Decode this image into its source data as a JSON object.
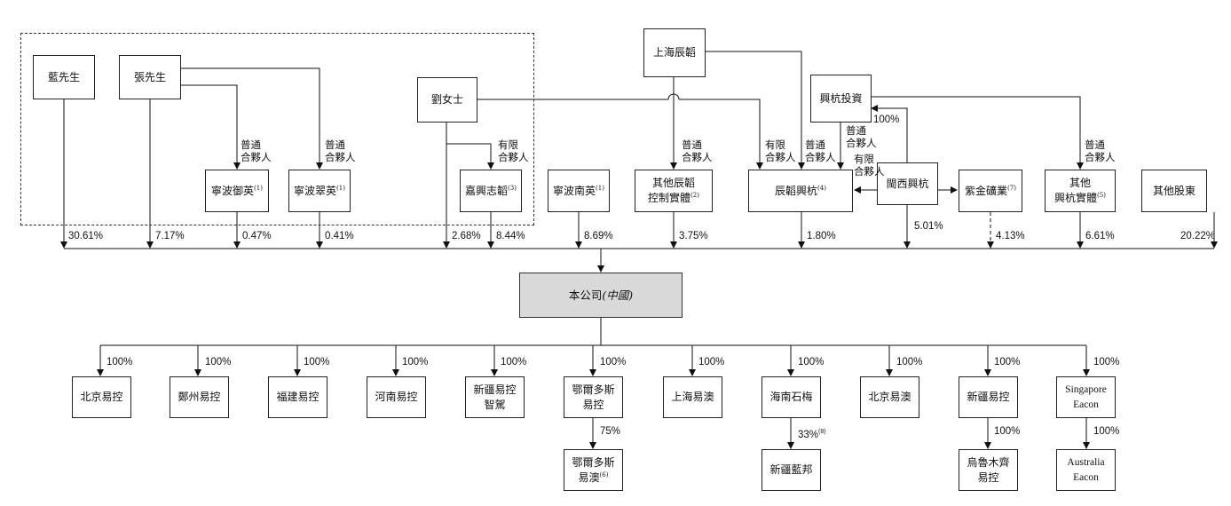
{
  "shareholders": {
    "mr_lan": "藍先生",
    "mr_zhang": "張先生",
    "ms_liu": "劉女士",
    "shanghai_chenhui": "上海辰韜",
    "xinghang_investment": "興杭投資",
    "ningbo_yuying": "寧波御英",
    "ningbo_cuiying": "寧波翠英",
    "jiaxing_zhihui": "嘉興志韜",
    "ningbo_nanying": "寧波南英",
    "other_chenhui_1": "其他辰韜",
    "other_chenhui_2": "控制實體",
    "chenhui_xinghang": "辰韜興杭",
    "kaixi_xinghang": "閩西興杭",
    "zijin_mining": "紫金礦業",
    "other_xinghang_1": "其他",
    "other_xinghang_2": "興杭實體",
    "other_shareholders": "其他股東"
  },
  "notes": {
    "n1": "(1)",
    "n2": "(2)",
    "n3": "(3)",
    "n4": "(4)",
    "n5": "(5)",
    "n6": "(6)",
    "n7": "(7)",
    "n8": "(8)"
  },
  "company": {
    "name": "本公司",
    "suffix": "(中國)"
  },
  "relation_labels": {
    "gp_1": "普通",
    "gp_2": "合夥人",
    "lp_1": "有限",
    "lp_2": "合夥人"
  },
  "holdings": {
    "mr_lan": "30.61%",
    "mr_zhang": "7.17%",
    "ningbo_yuying": "0.47%",
    "ningbo_cuiying": "0.41%",
    "ms_liu": "2.68%",
    "jiaxing_zhihui": "8.44%",
    "ningbo_nanying": "8.69%",
    "other_chenhui": "3.75%",
    "chenhui_xinghang": "1.80%",
    "kaixi_xinghang": "5.01%",
    "zijin_mining": "4.13%",
    "other_xinghang": "6.61%",
    "other_shareholders": "20.22%",
    "kaixi_to_xinghang_investment": "100%"
  },
  "subsidiaries": [
    {
      "name": "北京易控",
      "pct": "100%"
    },
    {
      "name": "鄭州易控",
      "pct": "100%"
    },
    {
      "name": "福建易控",
      "pct": "100%"
    },
    {
      "name": "河南易控",
      "pct": "100%"
    },
    {
      "name_1": "新疆易控",
      "name_2": "智駕",
      "pct": "100%"
    },
    {
      "name_1": "鄂爾多斯",
      "name_2": "易控",
      "pct": "100%"
    },
    {
      "name": "上海易澳",
      "pct": "100%"
    },
    {
      "name": "海南石梅",
      "pct": "100%"
    },
    {
      "name": "北京易澳",
      "pct": "100%"
    },
    {
      "name": "新疆易控",
      "pct": "100%"
    },
    {
      "name_1": "Singapore",
      "name_2": "Eacon",
      "pct": "100%"
    }
  ],
  "second_tier": {
    "ordos_yiao_1": "鄂爾多斯",
    "ordos_yiao_2": "易澳",
    "ordos_yiao_pct": "75%",
    "xinjiang_lanbang": "新疆藍邦",
    "xinjiang_lanbang_pct": "33%",
    "urumqi_1": "烏魯木齊",
    "urumqi_2": "易控",
    "urumqi_pct": "100%",
    "australia_1": "Australia",
    "australia_2": "Eacon",
    "australia_pct": "100%"
  }
}
